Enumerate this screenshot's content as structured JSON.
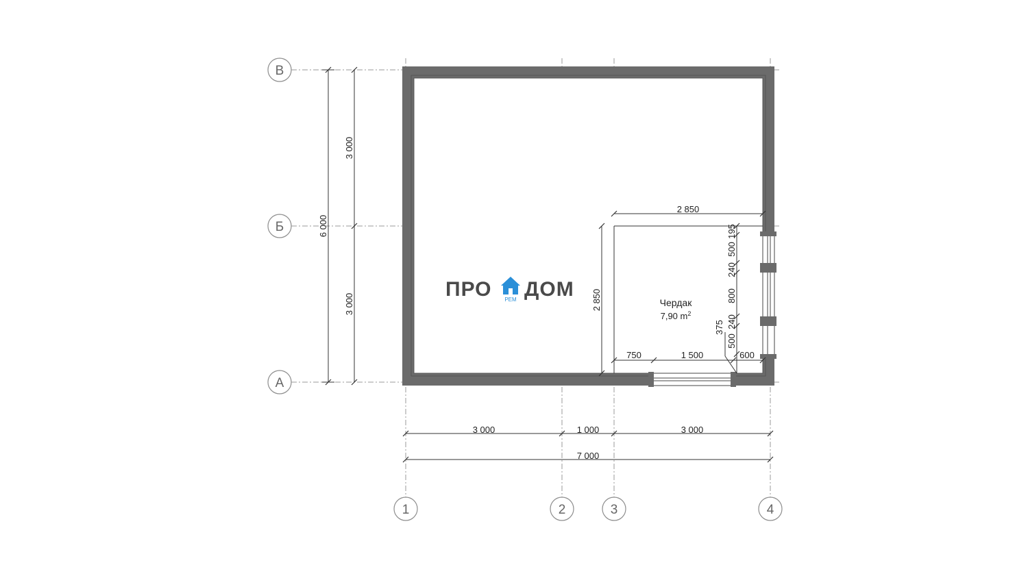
{
  "axes": {
    "columns": [
      "1",
      "2",
      "3",
      "4"
    ],
    "rows": [
      "В",
      "Б",
      "А"
    ]
  },
  "dimensions": {
    "left_total": "6 000",
    "left_top": "3 000",
    "left_bottom": "3 000",
    "bottom_row1": [
      "3 000",
      "1 000",
      "3 000"
    ],
    "bottom_total": "7 000",
    "room_width": "2 850",
    "room_height": "2 850",
    "room_bottom": [
      "750",
      "1 500",
      "600"
    ],
    "right_chain": [
      "195",
      "500",
      "240",
      "800",
      "240",
      "500",
      "375"
    ]
  },
  "room": {
    "name": "Чердак",
    "area": "7,90 m",
    "area_sup": "2"
  },
  "logo": {
    "left": "ПРО",
    "right": "ДОМ",
    "sub": "РЕМ",
    "icon": "house-icon",
    "color": "#2a8fd8"
  },
  "colors": {
    "wall": "#6b6b6b",
    "axis": "#9a9a9a"
  }
}
